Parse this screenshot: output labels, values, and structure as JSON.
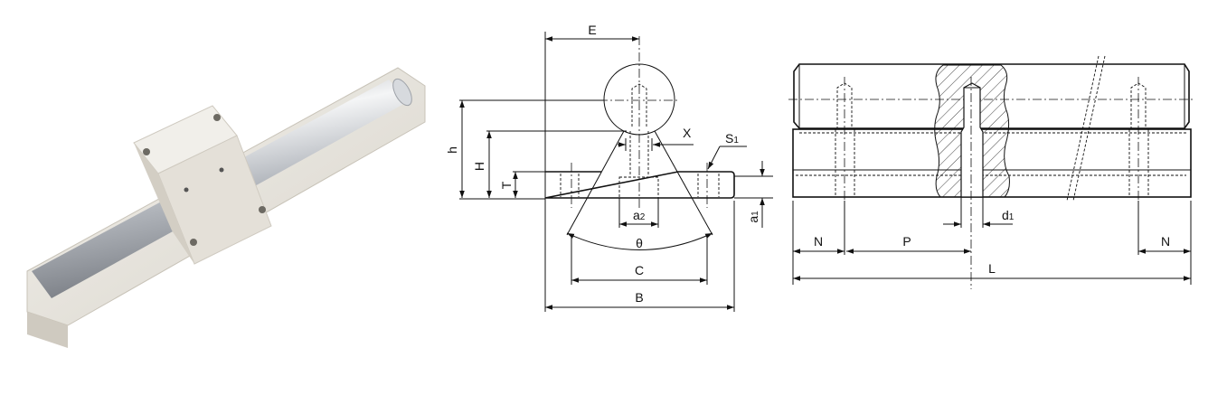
{
  "cross_section": {
    "labels": {
      "E": "E",
      "X": "X",
      "S": "S",
      "S_sub": "1",
      "h": "h",
      "H": "H",
      "T": "T",
      "a2": "a",
      "a2_sub": "2",
      "a1": "a",
      "a1_sub": "1",
      "theta": "θ",
      "C": "C",
      "B": "B"
    }
  },
  "side_view": {
    "labels": {
      "d1": "d",
      "d1_sub": "1",
      "N_left": "N",
      "P": "P",
      "N_right": "N",
      "L": "L"
    }
  },
  "colors": {
    "line": "#111111",
    "aluminium": "#e9e6df",
    "shaft": "#c9ccd0"
  }
}
